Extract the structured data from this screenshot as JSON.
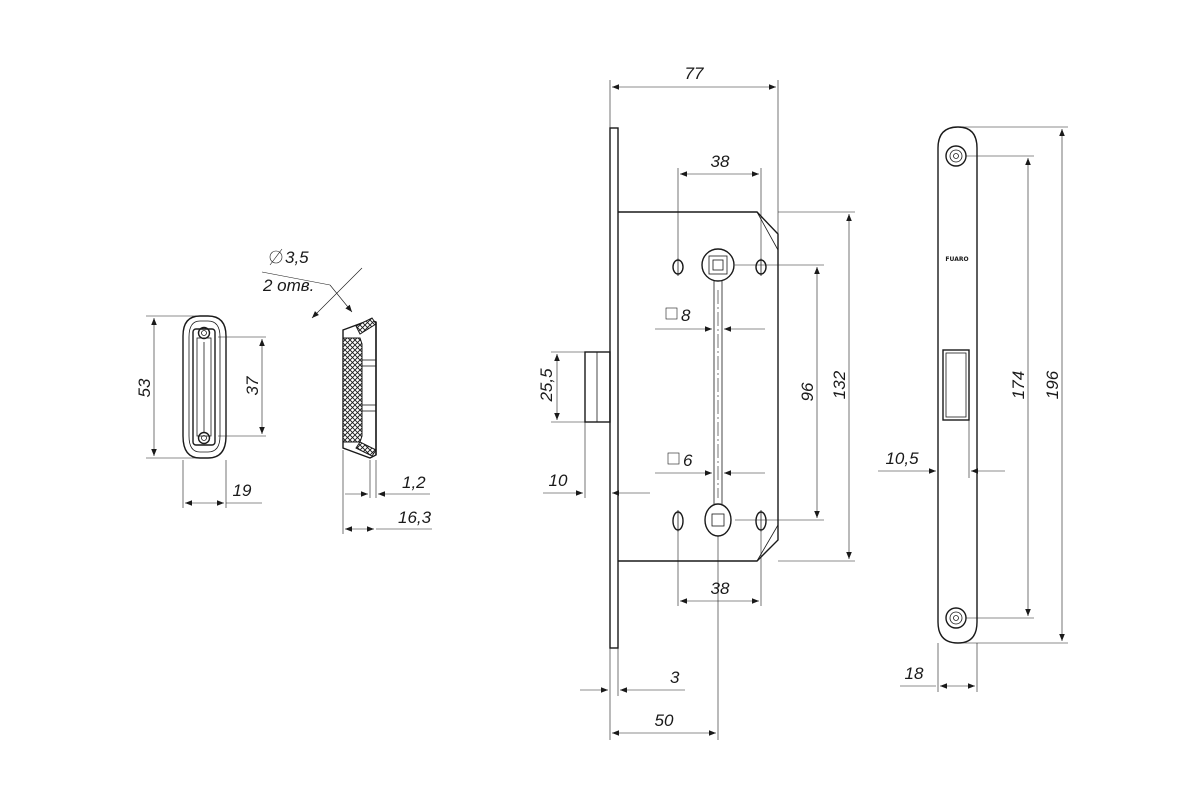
{
  "strike_plate": {
    "height_label": "53",
    "slot_label": "37",
    "width_label": "19"
  },
  "strike_section": {
    "hole_label_1": "3,5",
    "hole_label_2": "2 отв.",
    "thickness_label": "1,2",
    "depth_label": "16,3"
  },
  "lock_body": {
    "top_width_label": "77",
    "top_spacing_label": "38",
    "square8_label": "8",
    "square6_label": "6",
    "bottom_spacing_label": "38",
    "latch_height_label": "25,5",
    "latch_offset_label": "10",
    "center_distance_label": "96",
    "body_height_label": "132",
    "faceplate_thk_label": "3",
    "backset_label": "50"
  },
  "faceplate": {
    "brand": "FUARO",
    "screw_distance_label": "174",
    "total_height_label": "196",
    "offset_label": "10,5",
    "width_label": "18"
  }
}
